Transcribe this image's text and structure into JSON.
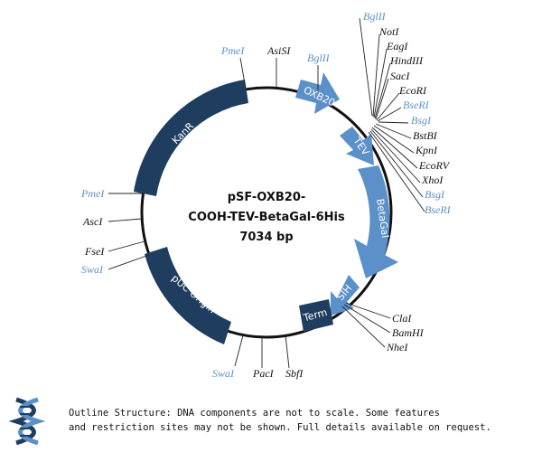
{
  "title": [
    "pSF-OXB20-",
    "COOH-TEV-BetaGal-6His",
    "7034 bp"
  ],
  "features": [
    {
      "name": "KanR",
      "color": "#1f3e5f"
    },
    {
      "name": "OXB20",
      "color": "#5b90c8"
    },
    {
      "name": "TEV",
      "color": "#5b90c8"
    },
    {
      "name": "BetaGal",
      "color": "#5b90c8"
    },
    {
      "name": "SIH",
      "color": "#5b90c8"
    },
    {
      "name": "Term",
      "color": "#1f3e5f"
    },
    {
      "name": "pUC Origin",
      "color": "#1f3e5f"
    }
  ],
  "sites": [
    {
      "label": "BglII",
      "color": "blue"
    },
    {
      "label": "NotI",
      "color": "black"
    },
    {
      "label": "EagI",
      "color": "black"
    },
    {
      "label": "HindIII",
      "color": "black"
    },
    {
      "label": "SacI",
      "color": "black"
    },
    {
      "label": "EcoRI",
      "color": "black"
    },
    {
      "label": "BseRI",
      "color": "blue"
    },
    {
      "label": "BsgI",
      "color": "blue"
    },
    {
      "label": "BstBI",
      "color": "black"
    },
    {
      "label": "KpnI",
      "color": "black"
    },
    {
      "label": "EcoRV",
      "color": "black"
    },
    {
      "label": "XhoI",
      "color": "black"
    },
    {
      "label": "BsgI",
      "color": "blue"
    },
    {
      "label": "BseRI",
      "color": "blue"
    },
    {
      "label": "BglII",
      "color": "blue"
    },
    {
      "label": "AsiSI",
      "color": "black"
    },
    {
      "label": "PmeI",
      "color": "blue"
    },
    {
      "label": "PmeI",
      "color": "blue"
    },
    {
      "label": "AscI",
      "color": "black"
    },
    {
      "label": "FseI",
      "color": "black"
    },
    {
      "label": "SwaI",
      "color": "blue"
    },
    {
      "label": "ClaI",
      "color": "black"
    },
    {
      "label": "BamHI",
      "color": "black"
    },
    {
      "label": "NheI",
      "color": "black"
    },
    {
      "label": "SwaI",
      "color": "blue"
    },
    {
      "label": "PacI",
      "color": "black"
    },
    {
      "label": "SbfI",
      "color": "black"
    }
  ],
  "footnote": [
    "Outline Structure: DNA components are not to scale. Some features",
    "and restriction sites may not be shown. Full details available on request."
  ],
  "logo": "dna-helix"
}
